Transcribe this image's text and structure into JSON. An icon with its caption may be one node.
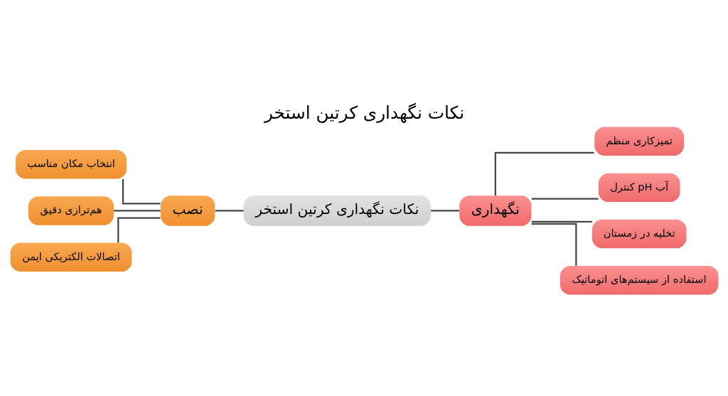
{
  "diagram": {
    "title": "نکات نگهداری کرتین استخر",
    "nodes": [
      {
        "text": [
          "نکات نگهداری کرتین استخر"
        ]
      },
      {
        "text": [
          "نصب"
        ]
      },
      {
        "text": [
          "انتخاب مکان مناسب"
        ]
      },
      {
        "text": [
          "هم‌ترازی دقیق"
        ]
      },
      {
        "text": [
          "اتصالات الکتریکی ایمن"
        ]
      },
      {
        "text": [
          "نگهداری"
        ]
      },
      {
        "text": [
          "تمیزکاری منظم"
        ]
      },
      {
        "text": [
          "کنترل pH آب"
        ]
      },
      {
        "text": [
          "تخلیه در زمستان"
        ]
      },
      {
        "text": [
          "استفاده از سیستم‌های اتوماتیک"
        ]
      }
    ],
    "edges": [
      {
        "from": 1,
        "to": 0,
        "arrow": "none"
      },
      {
        "from": 2,
        "to": 1,
        "arrow": "none"
      },
      {
        "from": 3,
        "to": 1,
        "arrow": "none"
      },
      {
        "from": 4,
        "to": 1,
        "arrow": "none"
      },
      {
        "from": 0,
        "to": 5,
        "arrow": "none"
      },
      {
        "from": 5,
        "to": 6,
        "arrow": "none"
      },
      {
        "from": 5,
        "to": 7,
        "arrow": "none"
      },
      {
        "from": 5,
        "to": 8,
        "arrow": "none"
      },
      {
        "from": 5,
        "to": 9,
        "arrow": "none"
      }
    ]
  }
}
